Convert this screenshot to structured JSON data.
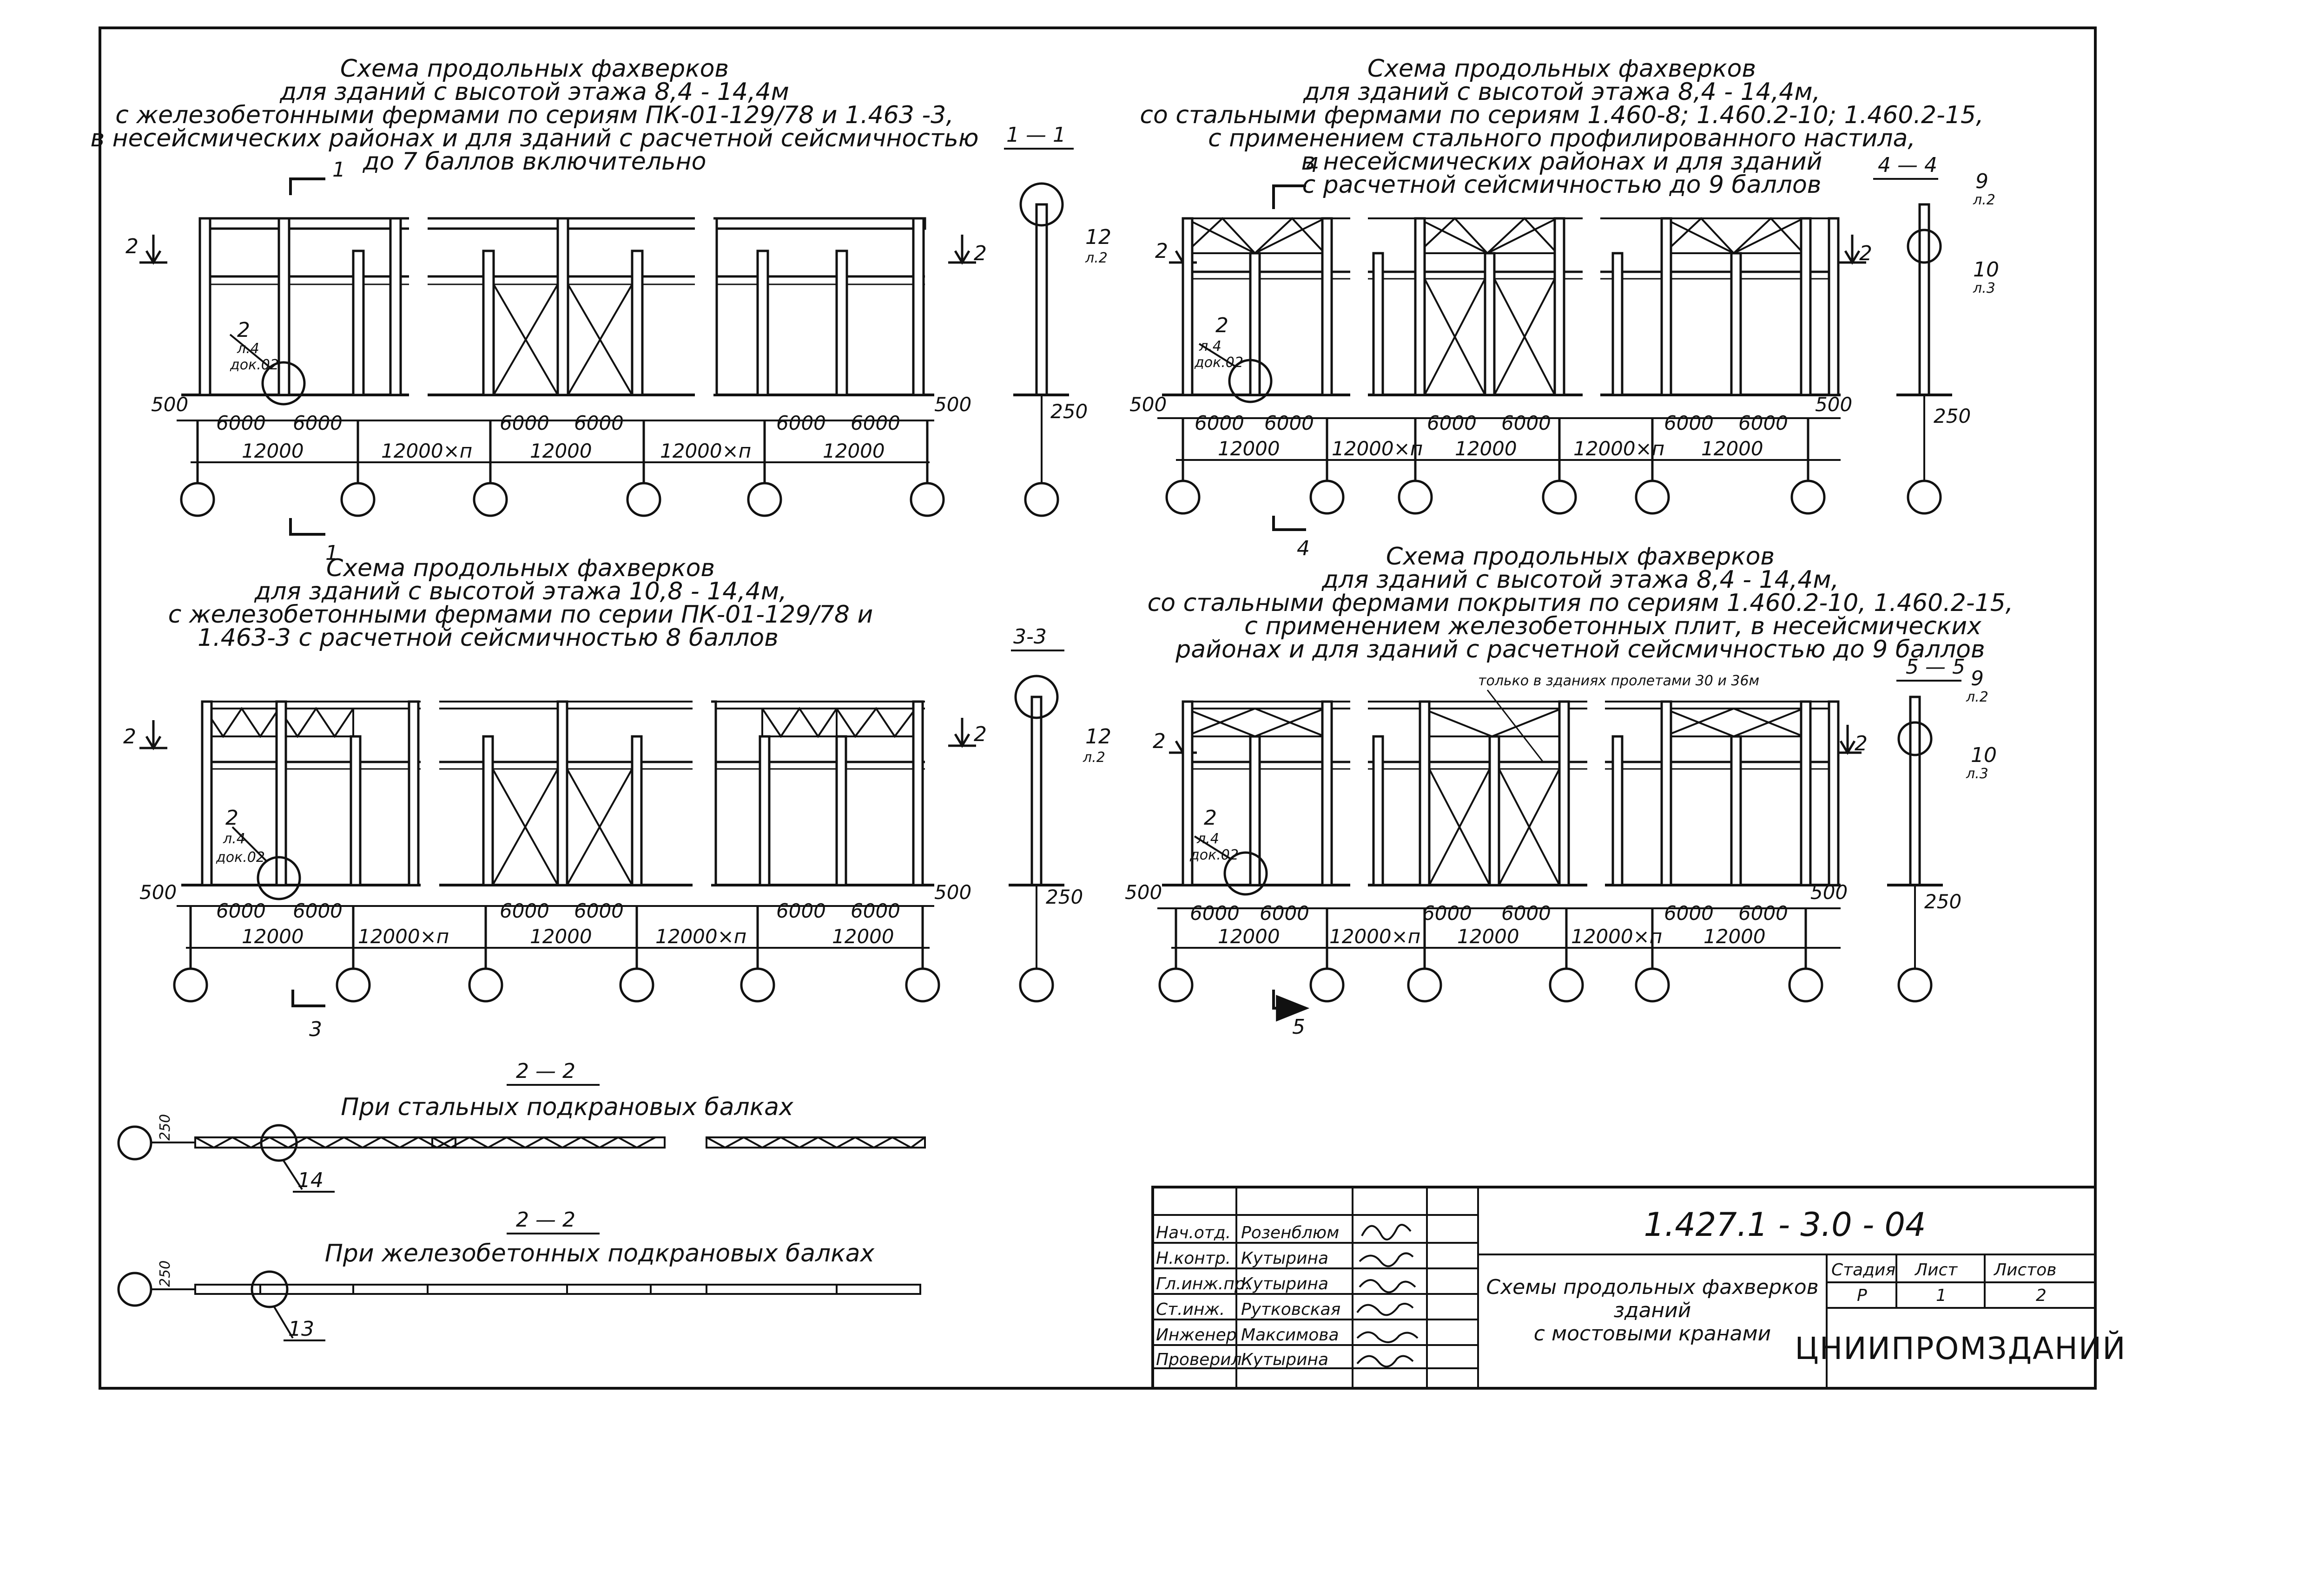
{
  "drawing": {
    "code": "1.427.1 - 3.0 - 04",
    "title_lines": [
      "Схемы продольных фахверков",
      "зданий",
      "с мостовыми кранами"
    ],
    "organization": "ЦНИИПРОМЗДАНИЙ",
    "stage_header": "Стадия",
    "stage": "Р",
    "sheet_header": "Лист",
    "sheet": "1",
    "sheets_header": "Листов",
    "sheets": "2"
  },
  "signatures": [
    {
      "role": "Нач.отд.",
      "name": "Розенблюм"
    },
    {
      "role": "Н.контр.",
      "name": "Кутырина"
    },
    {
      "role": "Гл.инж.пр.",
      "name": "Кутырина"
    },
    {
      "role": "Ст.инж.",
      "name": "Рутковская"
    },
    {
      "role": "Инженер",
      "name": "Максимова"
    },
    {
      "role": "Проверил",
      "name": "Кутырина"
    }
  ],
  "schemes": [
    {
      "id": "s1",
      "title": [
        "Схема продольных фахверков",
        "для зданий с высотой этажа 8,4 - 14,4м",
        "с железобетонными фермами по сериям ПК-01-129/78 и 1.463 -3,",
        "в несейсмических районах и для зданий с расчетной сейсмичностью",
        "до 7 баллов включительно"
      ],
      "cut_label": "1",
      "level_mark": "2",
      "node_ref": [
        "2",
        "л.4",
        "док.02"
      ],
      "bay_dims": [
        "500",
        "6000",
        "6000",
        "6000",
        "6000",
        "6000",
        "6000",
        "500"
      ],
      "span_dims": [
        "12000",
        "12000×п",
        "12000",
        "12000×п",
        "12000"
      ],
      "section": {
        "label": "1 — 1",
        "node_num": "12",
        "node_sheet": "л.2",
        "dim": "250"
      }
    },
    {
      "id": "s4",
      "title": [
        "Схема продольных фахверков",
        "для зданий с высотой этажа 8,4 - 14,4м,",
        "со стальными фермами по сериям 1.460-8; 1.460.2-10; 1.460.2-15,",
        "с применением стального профилированного настила,",
        "в несейсмических районах и для зданий",
        "с расчетной сейсмичностью до 9 баллов"
      ],
      "cut_label": "4",
      "level_mark": "2",
      "node_ref": [
        "2",
        "л.4",
        "док.02"
      ],
      "bay_dims": [
        "500",
        "6000",
        "6000",
        "6000",
        "6000",
        "6000",
        "6000",
        "500"
      ],
      "span_dims": [
        "12000",
        "12000×п",
        "12000",
        "12000×п",
        "12000"
      ],
      "section": {
        "label": "4 — 4",
        "node_num": "9",
        "node_sheet": "л.2",
        "node_num2": "10",
        "node_sheet2": "л.3",
        "dim": "250"
      }
    },
    {
      "id": "s3",
      "title": [
        "Схема продольных фахверков",
        "для зданий с высотой этажа 10,8 - 14,4м,",
        "с железобетонными фермами по серии ПК-01-129/78 и",
        "1.463-3 с расчетной сейсмичностью 8 баллов"
      ],
      "cut_label": "3",
      "level_mark": "2",
      "node_ref": [
        "2",
        "л.4",
        "док.02"
      ],
      "bay_dims": [
        "500",
        "6000",
        "6000",
        "6000",
        "6000",
        "6000",
        "6000",
        "500"
      ],
      "span_dims": [
        "12000",
        "12000×п",
        "12000",
        "12000×п",
        "12000"
      ],
      "section": {
        "label": "3-3",
        "node_num": "12",
        "node_sheet": "л.2",
        "dim": "250"
      }
    },
    {
      "id": "s5",
      "title": [
        "Схема продольных фахверков",
        "для зданий с высотой этажа 8,4 - 14,4м,",
        "со стальными фермами покрытия по сериям 1.460.2-10, 1.460.2-15,",
        "с применением железобетонных плит, в несейсмических",
        "районах и для зданий с расчетной сейсмичностью до 9 баллов"
      ],
      "note": "только в зданиях пролетами 30 и 36м",
      "cut_label": "5",
      "level_mark": "2",
      "node_ref": [
        "2",
        "л.4",
        "док.02"
      ],
      "bay_dims": [
        "500",
        "6000",
        "6000",
        "6000",
        "6000",
        "6000",
        "6000",
        "500"
      ],
      "span_dims": [
        "12000",
        "12000×п",
        "12000",
        "12000×п",
        "12000"
      ],
      "section": {
        "label": "5 — 5",
        "node_num": "9",
        "node_sheet": "л.2",
        "node_num2": "10",
        "node_sheet2": "л.3",
        "dim": "250"
      }
    }
  ],
  "plans": [
    {
      "label": "2 — 2",
      "caption": "При стальных подкрановых балках",
      "dim": "250",
      "node": "14"
    },
    {
      "label": "2 — 2",
      "caption": "При железобетонных подкрановых балках",
      "dim": "250",
      "node": "13"
    }
  ]
}
